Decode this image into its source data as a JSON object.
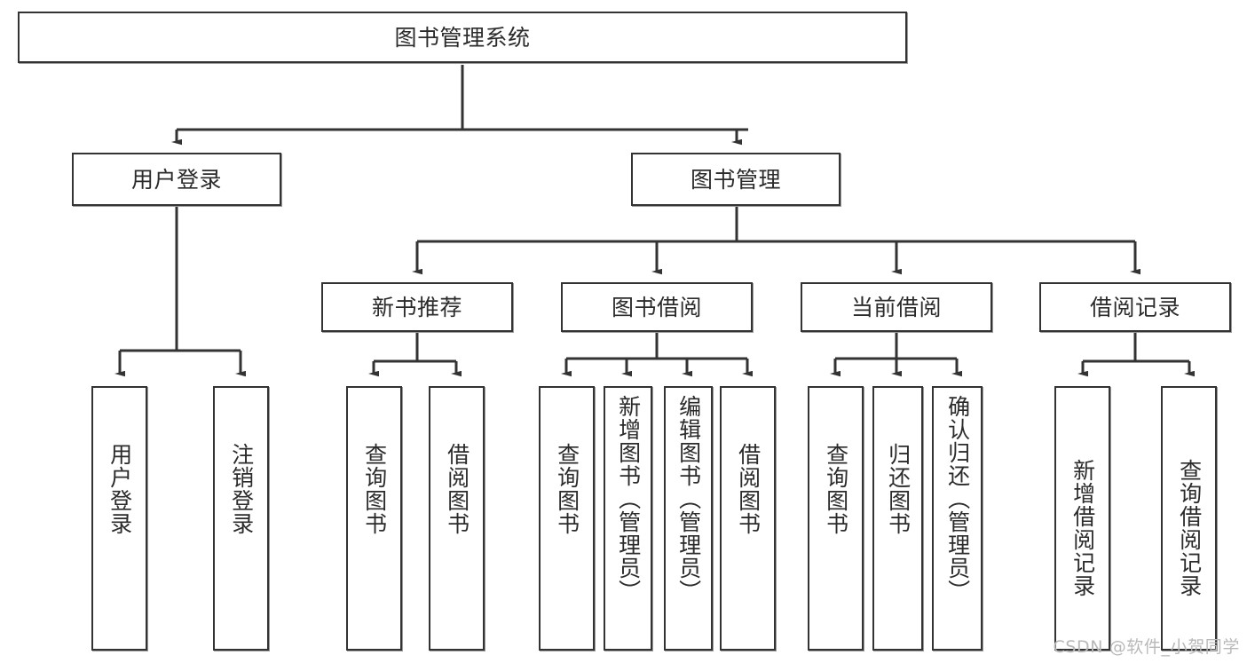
{
  "diagram": {
    "type": "tree-hierarchy",
    "title": "图书管理系统",
    "watermark": "CSDN @软件_小贺同学",
    "colors": {
      "box_border": "#333333",
      "box_fill": "#ffffff",
      "edge": "#333333",
      "text": "#2b2b2b",
      "watermark": "#b9b9b9"
    },
    "levels": {
      "root": {
        "label": "图书管理系统"
      },
      "level2": [
        {
          "label": "用户登录"
        },
        {
          "label": "图书管理"
        }
      ],
      "level3": [
        {
          "label": "新书推荐"
        },
        {
          "label": "图书借阅"
        },
        {
          "label": "当前借阅"
        },
        {
          "label": "借阅记录"
        }
      ],
      "leaves": [
        {
          "label": "用户登录",
          "parent": "用户登录"
        },
        {
          "label": "注销登录",
          "parent": "用户登录"
        },
        {
          "label": "查询图书",
          "parent": "新书推荐"
        },
        {
          "label": "借阅图书",
          "parent": "新书推荐"
        },
        {
          "label": "查询图书",
          "parent": "图书借阅"
        },
        {
          "label": "新增图书（管理员）",
          "parent": "图书借阅"
        },
        {
          "label": "编辑图书（管理员）",
          "parent": "图书借阅"
        },
        {
          "label": "借阅图书",
          "parent": "图书借阅"
        },
        {
          "label": "查询图书",
          "parent": "当前借阅"
        },
        {
          "label": "归还图书",
          "parent": "当前借阅"
        },
        {
          "label": "确认归还（管理员）",
          "parent": "当前借阅"
        },
        {
          "label": "新增借阅记录",
          "parent": "借阅记录"
        },
        {
          "label": "查询借阅记录",
          "parent": "借阅记录"
        }
      ]
    }
  }
}
